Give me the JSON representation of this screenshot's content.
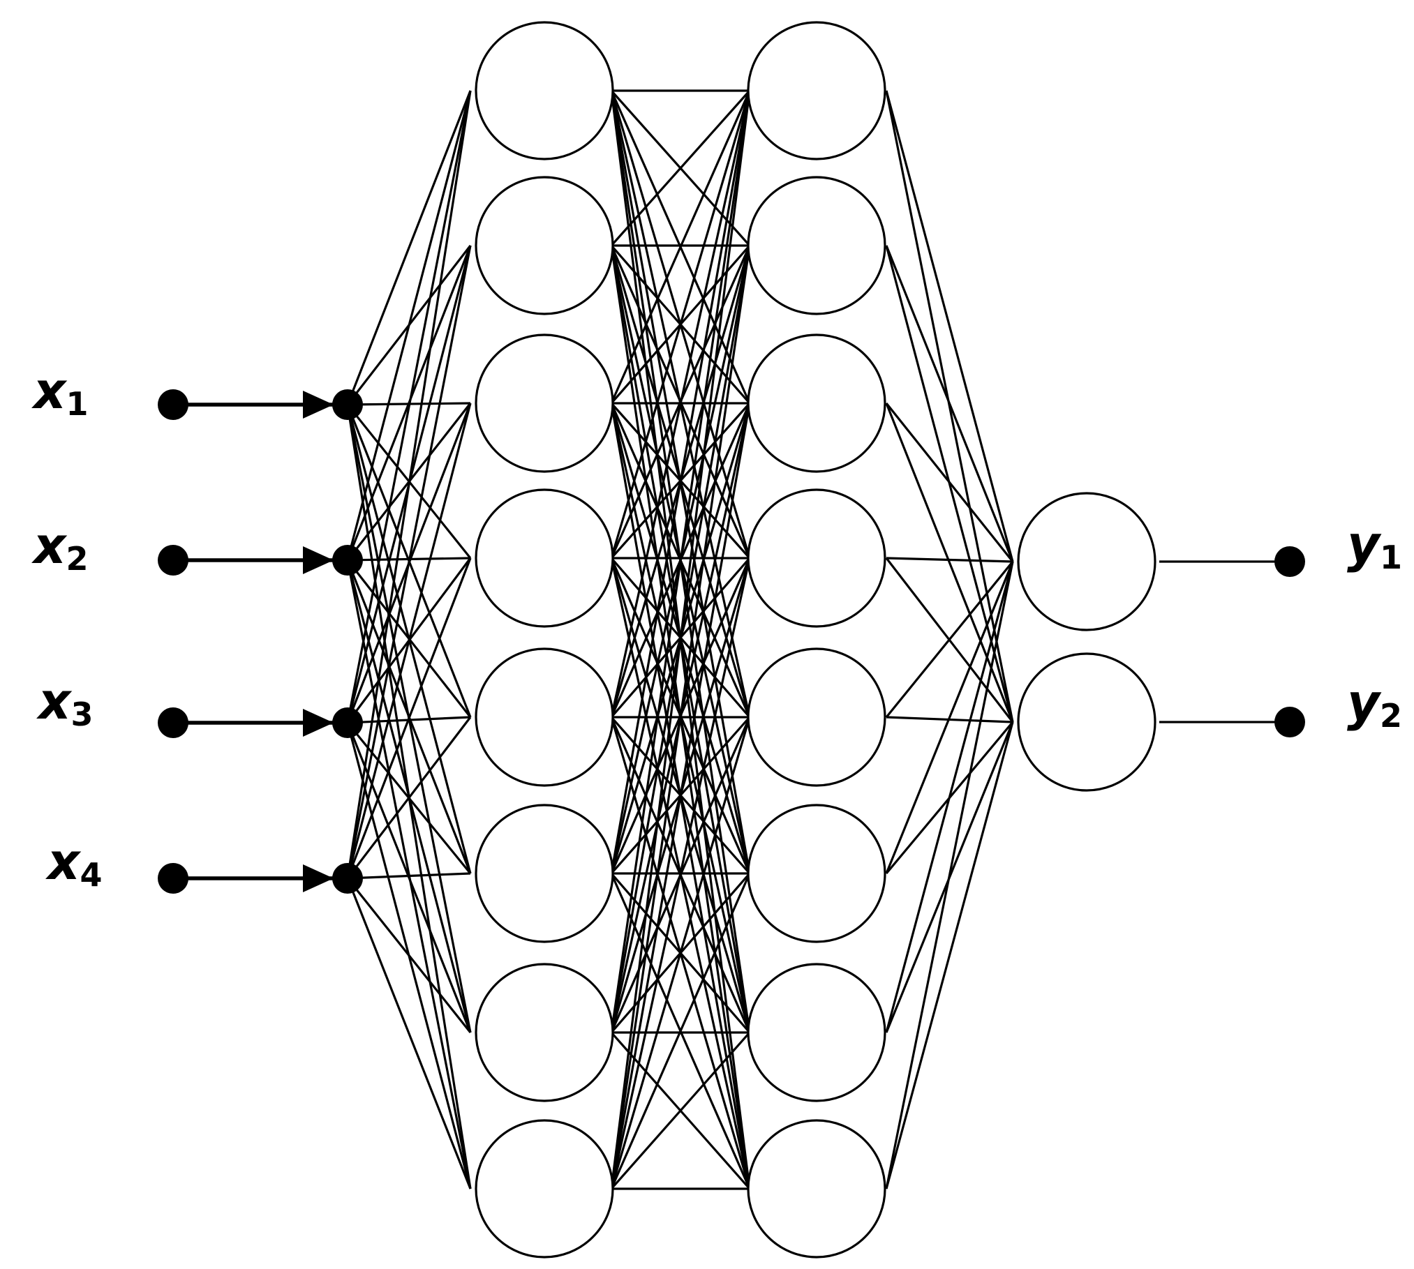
{
  "diagram": {
    "type": "feedforward-neural-network",
    "layers": {
      "input": 4,
      "hidden_1": 8,
      "hidden_2": 8,
      "output": 2
    },
    "colors": {
      "stroke": "#000000",
      "node_fill": "#ffffff",
      "dot": "#000000",
      "background": "#ffffff"
    },
    "inputs": [
      {
        "symbol": "x",
        "index": "1"
      },
      {
        "symbol": "x",
        "index": "2"
      },
      {
        "symbol": "x",
        "index": "3"
      },
      {
        "symbol": "x",
        "index": "4"
      }
    ],
    "outputs": [
      {
        "symbol": "y",
        "index": "1"
      },
      {
        "symbol": "y",
        "index": "2"
      }
    ]
  }
}
